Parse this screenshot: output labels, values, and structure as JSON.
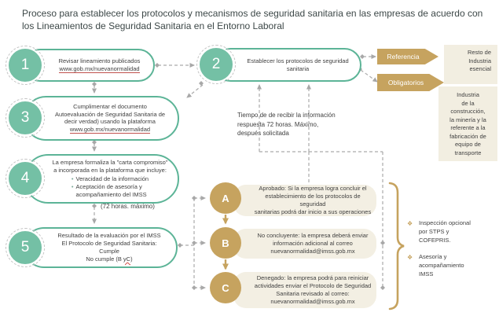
{
  "title": "Proceso para establecer los protocolos y mecanismos de seguridad sanitaria en las empresas de acuerdo con los Lineamientos de Seguridad Sanitaria en el Entorno Laboral",
  "steps": [
    {
      "number": "1",
      "line1": "Revisar lineamiento publicados",
      "link": "www.gob.mx/nuevanormalidad"
    },
    {
      "number": "2",
      "text": "Establecer los protocolos de seguridad\nsanitaria"
    },
    {
      "number": "3",
      "text": "Cumplimentar el documento\nAutoevaluación de Seguridad Sanitaria de\ndecir verdad) usando la plataforma",
      "link": "www.gob.mx/nuevanormalidad"
    },
    {
      "number": "4",
      "intro": "La empresa formaliza la \"carta compromiso\"\na incorporada en la plataforma que incluye:",
      "bullet_icon": "•",
      "bullets": [
        "Veracidad de la información",
        "Aceptación de asesoría y\nacompañamiento del IMSS"
      ]
    },
    {
      "number": "5",
      "text": "Resultado de la evaluación por el IMSS\nEl Protocolo de Seguridad Sanitaria:\nCumple",
      "no_cumple_prefix": "No cumple (B ",
      "no_cumple_mark": "yC",
      "no_cumple_suffix": ")"
    }
  ],
  "labels": {
    "hours_max": "(72 horas. máximo)",
    "response_time": "Tiempo de de recibir la información\nrespuesta 72 horas. Máximo,\ndespués solicitada"
  },
  "referencia": {
    "label": "Referencia",
    "target": "Resto de\nIndustria\nesencial"
  },
  "obligatorios": {
    "label": "Obligatorios",
    "target": "Industria\nde la\nconstrucción,\nla minería y la\nreferente a la\nfabricación de\nequipo de\ntransporte"
  },
  "outcomes": [
    {
      "letter": "A",
      "text": "Aprobado: Si la empresa logra concluir el\nestablecimiento de los protocolos de seguridad\nsanitarias podrá dar inicio a sus operaciones"
    },
    {
      "letter": "B",
      "text": "No concluyente: la empresa deberá enviar\ninformación adicional al correo\nnuevanormalidad@imss.gob.mx"
    },
    {
      "letter": "C",
      "text": "Denegado: la empresa podrá para reiniciar\nactividades enviar el Protocolo de Seguridad\nSanitaria revisado al correo:\nnuevanormalidad@imss.gob.mx"
    }
  ],
  "side_notes": [
    {
      "icon": "❖",
      "text": "Inspección opcional\npor STPS y\nCOFEPRIS."
    },
    {
      "icon": "❖",
      "text": "Asesoría y\nacompañamiento\nIMSS"
    }
  ],
  "colors": {
    "green_border": "#5cb497",
    "green_fill": "#74c0a5",
    "gold": "#c6a35f",
    "beige": "#f2eee1",
    "connector": "#ababab",
    "link_underline": "#c0504d"
  }
}
